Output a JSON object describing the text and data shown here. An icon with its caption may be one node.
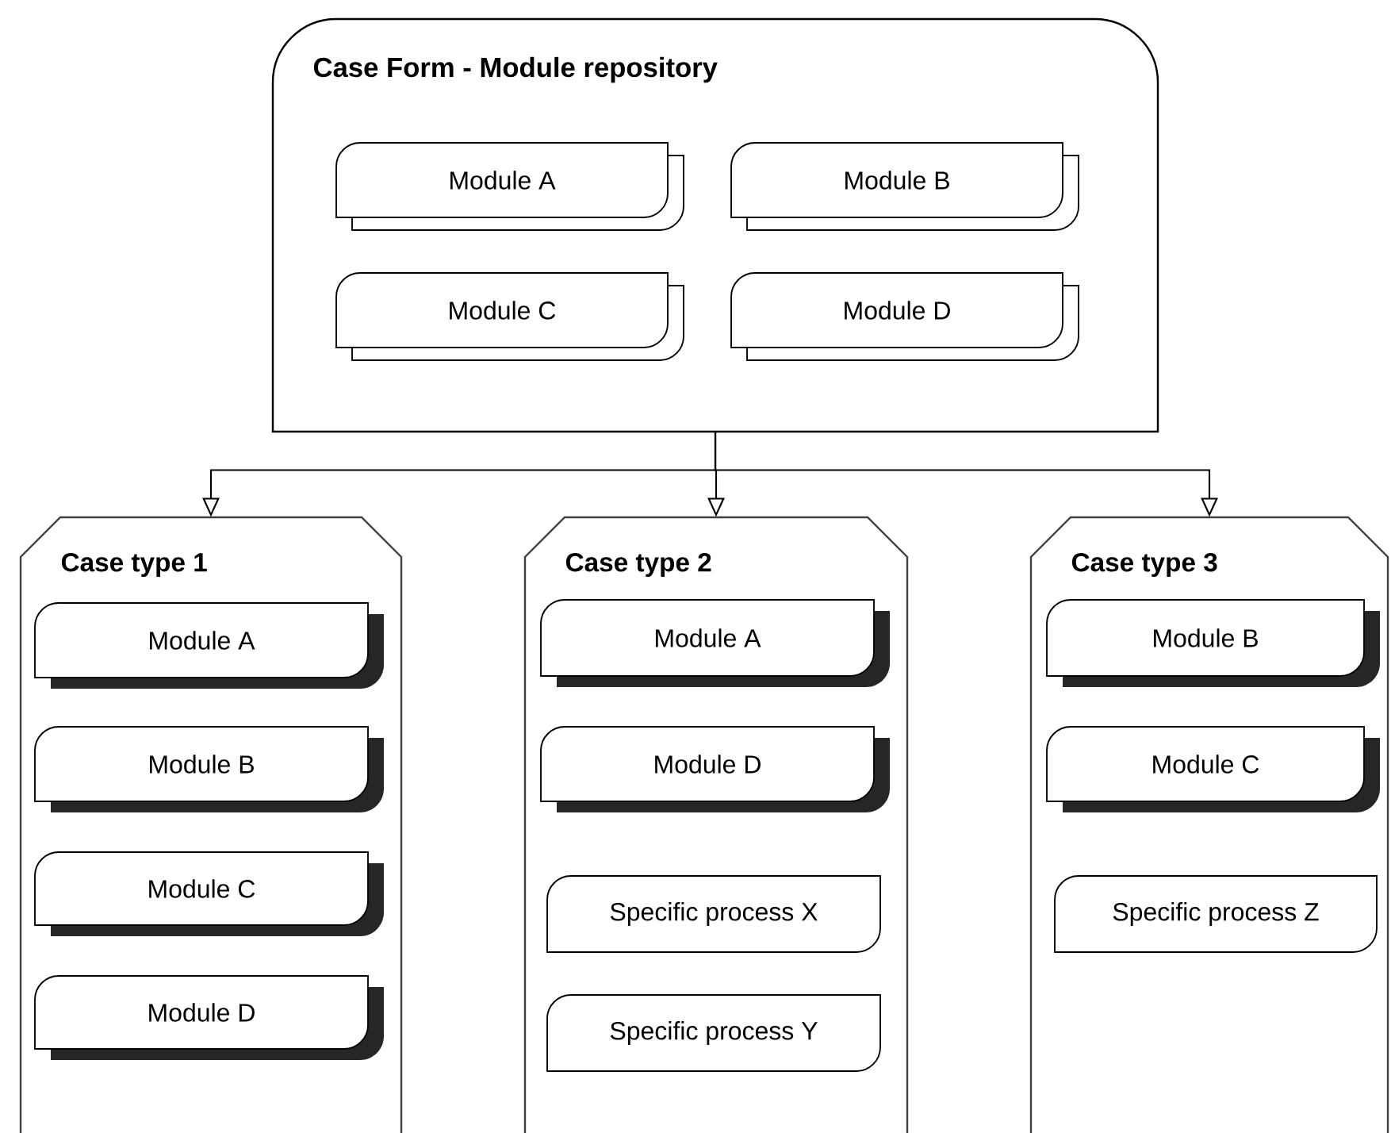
{
  "diagram": {
    "nodes": [
      {
        "text": [
          "Case Form - Module repository"
        ]
      },
      {
        "text": [
          "Module A"
        ],
        "in": 0
      },
      {
        "text": [
          "Module B"
        ],
        "in": 0
      },
      {
        "text": [
          "Module C"
        ],
        "in": 0
      },
      {
        "text": [
          "Module D"
        ],
        "in": 0
      },
      {
        "text": [
          "Case type 1"
        ]
      },
      {
        "text": [
          "Module A"
        ],
        "in": 5
      },
      {
        "text": [
          "Module B"
        ],
        "in": 5
      },
      {
        "text": [
          "Module C"
        ],
        "in": 5
      },
      {
        "text": [
          "Module D"
        ],
        "in": 5
      },
      {
        "text": [
          "Case type 2"
        ]
      },
      {
        "text": [
          "Module A"
        ],
        "in": 10
      },
      {
        "text": [
          "Module D"
        ],
        "in": 10
      },
      {
        "text": [
          "Specific process X"
        ],
        "in": 10
      },
      {
        "text": [
          "Specific process Y"
        ],
        "in": 10
      },
      {
        "text": [
          "Case type 3"
        ]
      },
      {
        "text": [
          "Module B"
        ],
        "in": 15
      },
      {
        "text": [
          "Module C"
        ],
        "in": 15
      },
      {
        "text": [
          "Specific process Z"
        ],
        "in": 15
      }
    ],
    "edges": [
      {
        "from": 0,
        "to": 5,
        "arrow": "to"
      },
      {
        "from": 0,
        "to": 10,
        "arrow": "to"
      },
      {
        "from": 0,
        "to": 15,
        "arrow": "to"
      }
    ]
  }
}
